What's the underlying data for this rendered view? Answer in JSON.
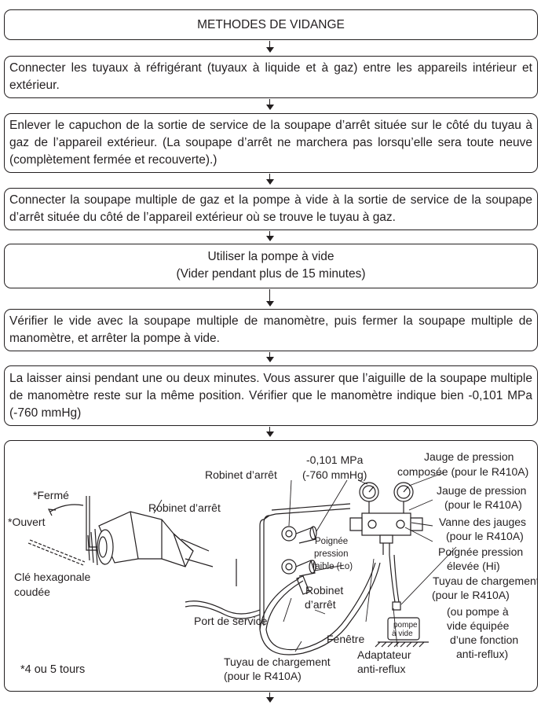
{
  "title": "METHODES DE VIDANGE",
  "steps": [
    "Connecter les tuyaux à réfrigérant (tuyaux à liquide et à gaz) entre les appareils intérieur et extérieur.",
    "Enlever le capuchon de la sortie de service de la soupape d’arrêt située sur le côté du tuyau à gaz de l’appareil extérieur. (La soupape d’arrêt ne marchera pas lorsqu’elle sera toute neuve (complètement fermée et recouverte).)",
    "Connecter la soupape multiple de gaz et la pompe à vide à la sortie de service de la soupape d’arrêt située du côté de l’appareil extérieur où se trouve le tuyau à gaz.",
    "Utiliser la pompe à vide",
    "(Vider pendant plus de 15 minutes)",
    "Vérifier le vide avec la soupape multiple de manomètre, puis fermer la soupape multiple de manomètre, et arrêter la pompe à vide.",
    "La laisser ainsi pendant une ou deux minutes. Vous assurer que l’aiguille de la soupape multiple de manomètre reste sur la même position. Vérifier que le manomètre indique bien -0,101 MPa (-760 mmHg)"
  ],
  "diagram": {
    "closed": "*Fermé",
    "open": "*Ouvert",
    "stop_valve_1": "Robinet d’arrêt",
    "hex_key_1": "Clé hexagonale",
    "hex_key_2": "coudée",
    "turns": "*4 ou 5 tours",
    "stop_valve_2": "Robinet d’arrêt",
    "reading_1": "-0,101 MPa",
    "reading_2": "(-760 mmHg)",
    "compound_gauge_1": "Jauge de pression",
    "compound_gauge_2": "composée (pour le R410A)",
    "pressure_gauge_1": "Jauge de pression",
    "pressure_gauge_2": "(pour le R410A)",
    "gauge_valve_1": "Vanne des jauges",
    "gauge_valve_2": "(pour le R410A)",
    "high_handle_1": "Poignée pression",
    "high_handle_2": "élevée (Hi)",
    "low_handle_1": "Poignée",
    "low_handle_2": "pression",
    "low_handle_3": "faible (Lo)",
    "stop_valve_3a": "Robinet",
    "stop_valve_3b": "d’arrêt",
    "charge_hose_r_1": "Tuyau de chargement",
    "charge_hose_r_2": "(pour le R410A)",
    "pump_alt_1": "(ou pompe à",
    "pump_alt_2": "vide équipée",
    "pump_alt_3": "d’une fonction",
    "pump_alt_4": "anti-reflux)",
    "pump_label_1": "pompe",
    "pump_label_2": "à vide",
    "service_port": "Port de service",
    "window": "Fenêtre",
    "adapter_1": "Adaptateur",
    "adapter_2": "anti-reflux",
    "charge_hose_b_1": "Tuyau de chargement",
    "charge_hose_b_2": "(pour le R410A)"
  }
}
